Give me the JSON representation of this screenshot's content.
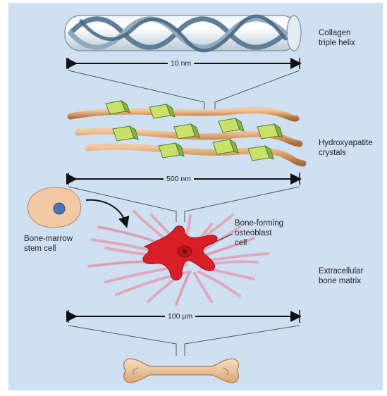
{
  "labels": {
    "collagen": "Collagen\ntriple helix",
    "hydroxyapatite": "Hydroxyapatite\ncrystals",
    "stem_cell": "Bone-marrow\nstem cell",
    "osteoblast": "Bone-forming\nosteoblast\ncell",
    "matrix": "Extracellular\nbone matrix"
  },
  "scales": {
    "helix": "10 nm",
    "crystals": "500 nm",
    "matrix": "100 µm"
  },
  "colors": {
    "background": "#cfe0f2",
    "helix_strand": "#6f8fa8",
    "fiber": "#d69a62",
    "crystal": "#b7d857",
    "osteoblast": "#d81f26",
    "matrix_fiber": "#e0a9bd",
    "stem_cell": "#f2c9a2",
    "bone": "#eec59b"
  }
}
